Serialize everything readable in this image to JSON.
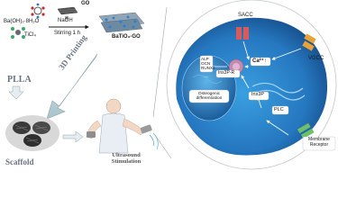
{
  "synthesis": {
    "ba_precursor": "Ba(OH)₂·8H₂O",
    "ti_precursor": "TiCl₄",
    "go_label": "GO",
    "naoh_label": "NaOH",
    "stirring_label": "Stirring 1 h",
    "product_label": "BaTiO₃-GO"
  },
  "fabrication": {
    "plla_label": "PLLA",
    "printing_label": "3D Printing",
    "scaffold_label": "Scaffold",
    "ultrasound_label": "Ultrasound Stimulation"
  },
  "cell": {
    "genes_label": "ALP\nOCN\nRUNX2",
    "ellipsis": "...",
    "differentiation_label": "Osteogenic differentiation",
    "ins3p_r_label": "Ins3P-R",
    "ins3p_label": "Ins3P",
    "sacc_label": "SACC",
    "calcium_label": "Ca²⁺↑",
    "vgcc_label": "VGCC",
    "plc_label": "PLC",
    "membrane_receptor_label": "Membrane Receptor"
  },
  "colors": {
    "cell_fill": "#2b8ad0",
    "nucleus_fill": "#1a5f9a",
    "arrow_teal": "#4a9fa8",
    "label_box": "#ffffff"
  }
}
